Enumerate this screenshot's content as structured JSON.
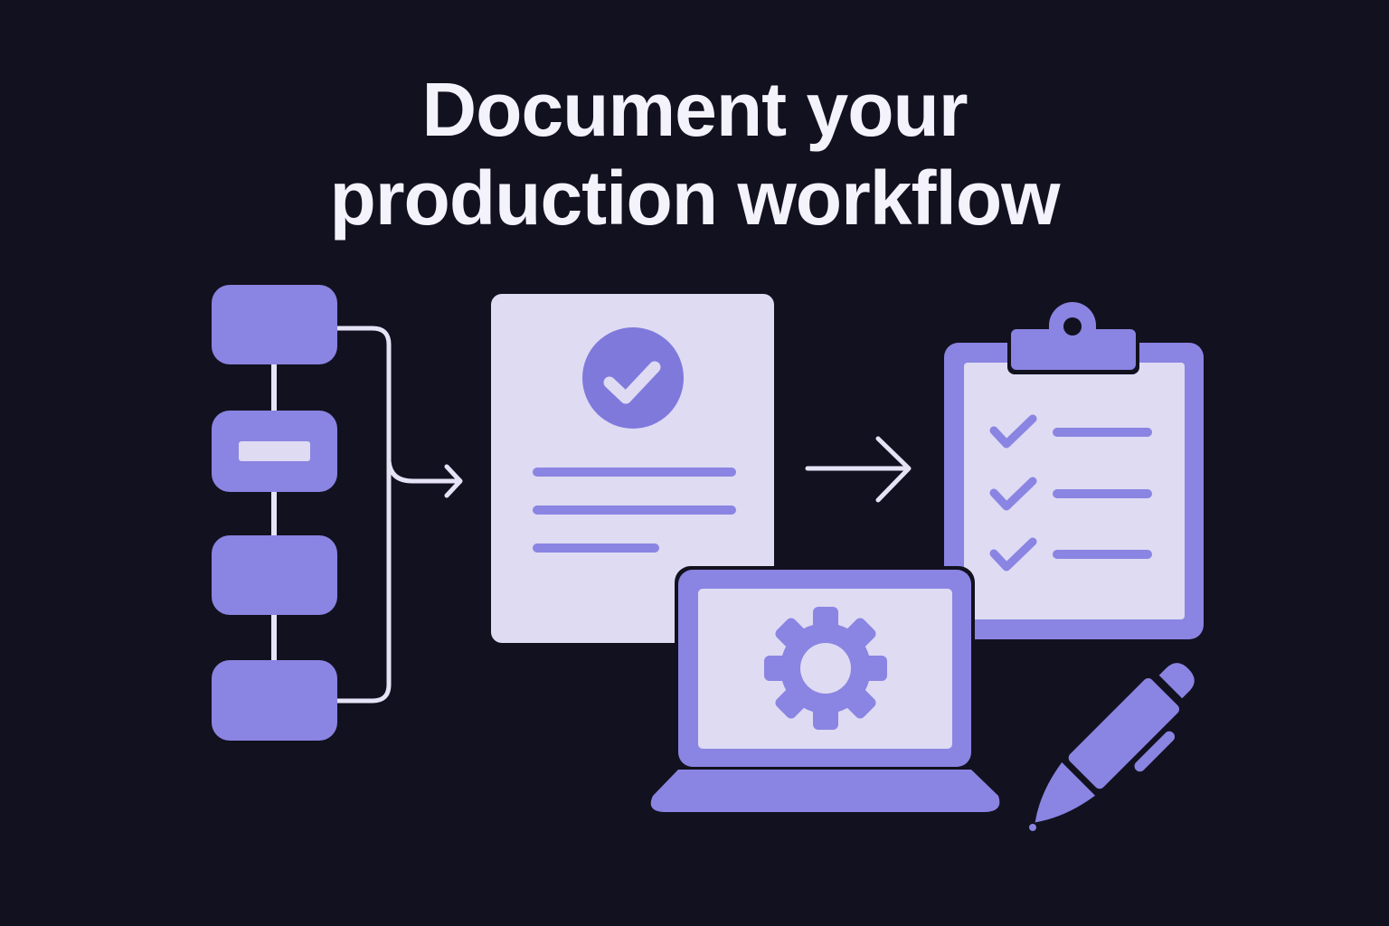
{
  "header": {
    "title_line1": "Document your",
    "title_line2": "production workflow"
  },
  "colors": {
    "background": "#12111f",
    "accent": "#8a84e2",
    "accent_dark": "#7f79dc",
    "paper": "#dedbf3",
    "connector": "#e6e3f7",
    "title_text": "#f4f2fb"
  },
  "illustration": {
    "flowchart": {
      "nodes": 4,
      "icon": "flowchart-icon"
    },
    "document": {
      "icon": "document-check-icon",
      "lines": 3
    },
    "clipboard": {
      "icon": "clipboard-checklist-icon",
      "items": 3
    },
    "laptop": {
      "icon": "laptop-gear-icon"
    },
    "pen": {
      "icon": "pen-icon"
    },
    "arrows": [
      "arrow-right-icon",
      "arrow-right-icon"
    ]
  }
}
